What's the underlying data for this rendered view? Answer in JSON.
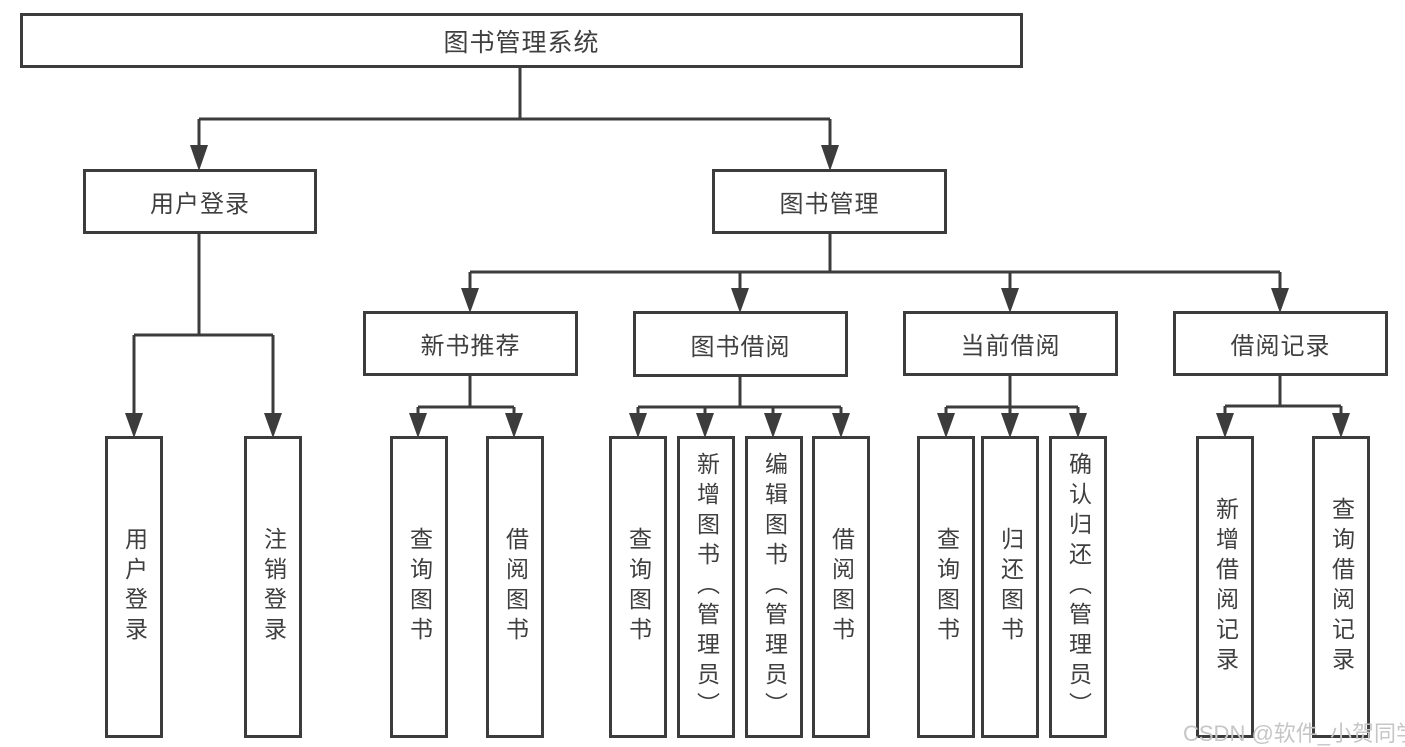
{
  "diagram": {
    "root": {
      "label": "图书管理系统"
    },
    "level1": {
      "user_login": {
        "label": "用户登录"
      },
      "book_management": {
        "label": "图书管理"
      }
    },
    "level2": {
      "new_book_recommend": {
        "label": "新书推荐"
      },
      "book_borrowing": {
        "label": "图书借阅"
      },
      "current_borrowing": {
        "label": "当前借阅"
      },
      "borrowing_records": {
        "label": "借阅记录"
      }
    },
    "leaves": [
      {
        "label": "用户登录",
        "parent": "用户登录"
      },
      {
        "label": "注销登录",
        "parent": "用户登录"
      },
      {
        "label": "查询图书",
        "parent": "新书推荐"
      },
      {
        "label": "借阅图书",
        "parent": "新书推荐"
      },
      {
        "label": "查询图书",
        "parent": "图书借阅"
      },
      {
        "label": "新增图书（管理员）",
        "parent": "图书借阅"
      },
      {
        "label": "编辑图书（管理员）",
        "parent": "图书借阅"
      },
      {
        "label": "借阅图书",
        "parent": "图书借阅"
      },
      {
        "label": "查询图书",
        "parent": "当前借阅"
      },
      {
        "label": "归还图书",
        "parent": "当前借阅"
      },
      {
        "label": "确认归还（管理员）",
        "parent": "当前借阅"
      },
      {
        "label": "新增借阅记录",
        "parent": "借阅记录"
      },
      {
        "label": "查询借阅记录",
        "parent": "借阅记录"
      }
    ],
    "watermark": {
      "text": "CSDN @软件_小贺同学"
    },
    "colors": {
      "line": "#3c3c3c",
      "text": "#3f3f3f",
      "box_background": "#ffffff",
      "page_background": "#ffffff",
      "watermark": "#c6c6c6"
    }
  }
}
